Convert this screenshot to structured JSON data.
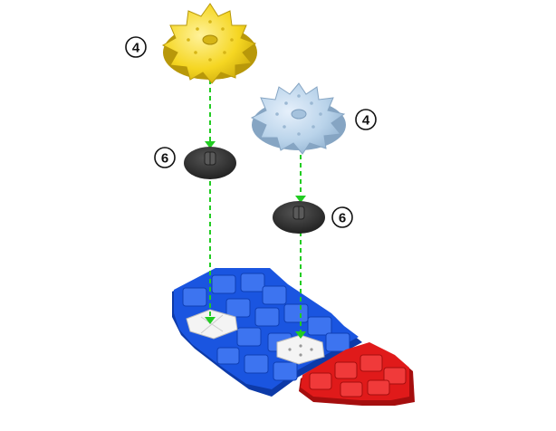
{
  "diagram": {
    "callouts": [
      {
        "id": "yellow-gear",
        "label": "4"
      },
      {
        "id": "blue-gear",
        "label": "4"
      },
      {
        "id": "left-spacer",
        "label": "6"
      },
      {
        "id": "right-spacer",
        "label": "6"
      }
    ],
    "colors": {
      "yellow_gear": "#f5d622",
      "blue_gear": "#b9d3ea",
      "spacer": "#333333",
      "blue_base": "#1a55e0",
      "red_base": "#e01a1a",
      "guide_line": "#22cc22"
    },
    "icons": [
      "yellow-gear-icon",
      "blue-gear-icon",
      "spacer-disc-icon",
      "baseplate-icon"
    ]
  }
}
